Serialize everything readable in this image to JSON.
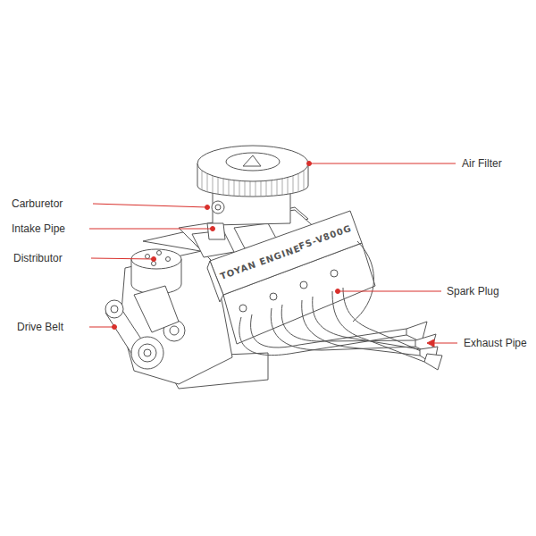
{
  "diagram": {
    "labels": [
      "Air Filter",
      "Carburetor",
      "Intake Pipe",
      "Distributor",
      "TOYAN ENGINE",
      "FS-V800G",
      "Spark Plug",
      "Drive Belt",
      "Exhaust Pipe"
    ]
  }
}
